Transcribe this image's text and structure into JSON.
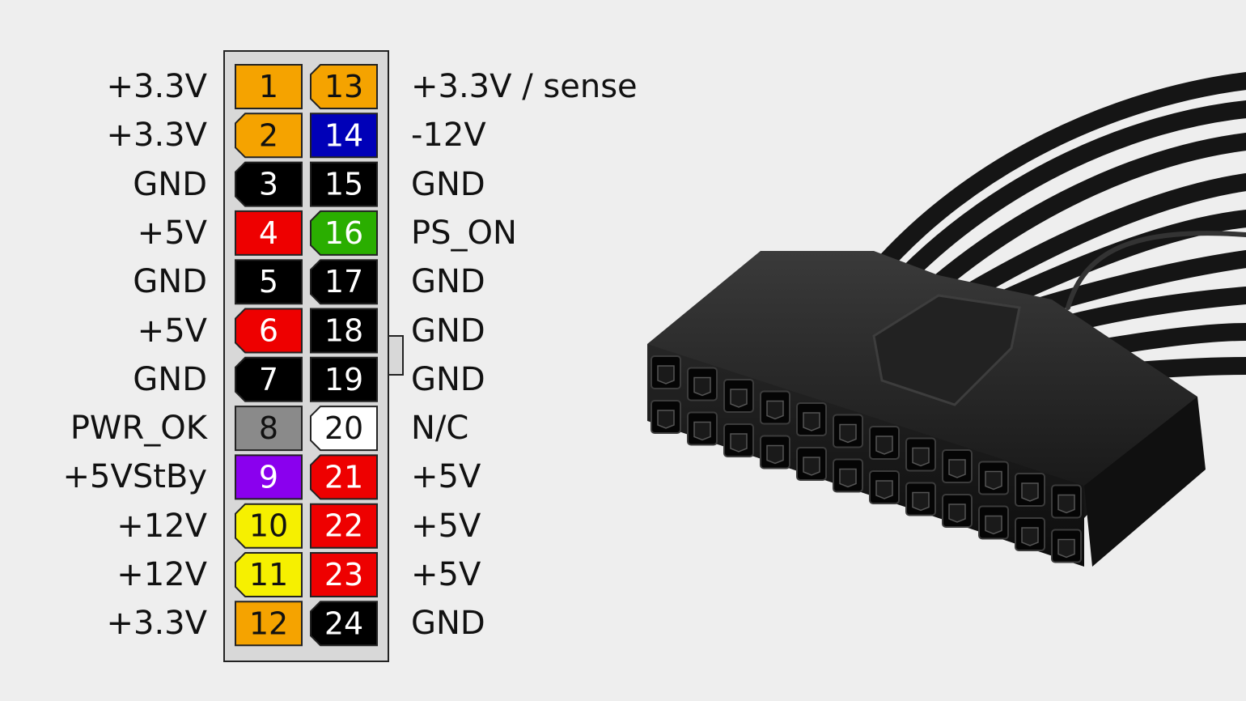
{
  "pinout": {
    "left_column": [
      {
        "pin": "1",
        "signal": "+3.3V",
        "color": "#f5a300",
        "text_color": "#111111",
        "shape": "square"
      },
      {
        "pin": "2",
        "signal": "+3.3V",
        "color": "#f5a300",
        "text_color": "#111111",
        "shape": "rounded"
      },
      {
        "pin": "3",
        "signal": "GND",
        "color": "#000000",
        "text_color": "#ffffff",
        "shape": "rounded"
      },
      {
        "pin": "4",
        "signal": "+5V",
        "color": "#ee0000",
        "text_color": "#ffffff",
        "shape": "square"
      },
      {
        "pin": "5",
        "signal": "GND",
        "color": "#000000",
        "text_color": "#ffffff",
        "shape": "square"
      },
      {
        "pin": "6",
        "signal": "+5V",
        "color": "#ee0000",
        "text_color": "#ffffff",
        "shape": "rounded"
      },
      {
        "pin": "7",
        "signal": "GND",
        "color": "#000000",
        "text_color": "#ffffff",
        "shape": "rounded"
      },
      {
        "pin": "8",
        "signal": "PWR_OK",
        "color": "#8a8a8a",
        "text_color": "#111111",
        "shape": "square"
      },
      {
        "pin": "9",
        "signal": "+5VStBy",
        "color": "#8a00ee",
        "text_color": "#ffffff",
        "shape": "square"
      },
      {
        "pin": "10",
        "signal": "+12V",
        "color": "#f6f000",
        "text_color": "#111111",
        "shape": "rounded"
      },
      {
        "pin": "11",
        "signal": "+12V",
        "color": "#f6f000",
        "text_color": "#111111",
        "shape": "rounded"
      },
      {
        "pin": "12",
        "signal": "+3.3V",
        "color": "#f5a300",
        "text_color": "#111111",
        "shape": "square"
      }
    ],
    "right_column": [
      {
        "pin": "13",
        "signal": "+3.3V / sense",
        "color": "#f5a300",
        "text_color": "#111111",
        "shape": "rounded"
      },
      {
        "pin": "14",
        "signal": "-12V",
        "color": "#0000b8",
        "text_color": "#ffffff",
        "shape": "square"
      },
      {
        "pin": "15",
        "signal": "GND",
        "color": "#000000",
        "text_color": "#ffffff",
        "shape": "square"
      },
      {
        "pin": "16",
        "signal": "PS_ON",
        "color": "#2aae00",
        "text_color": "#ffffff",
        "shape": "rounded"
      },
      {
        "pin": "17",
        "signal": "GND",
        "color": "#000000",
        "text_color": "#ffffff",
        "shape": "rounded"
      },
      {
        "pin": "18",
        "signal": "GND",
        "color": "#000000",
        "text_color": "#ffffff",
        "shape": "square"
      },
      {
        "pin": "19",
        "signal": "GND",
        "color": "#000000",
        "text_color": "#ffffff",
        "shape": "square"
      },
      {
        "pin": "20",
        "signal": "N/C",
        "color": "#ffffff",
        "text_color": "#111111",
        "shape": "rounded"
      },
      {
        "pin": "21",
        "signal": "+5V",
        "color": "#ee0000",
        "text_color": "#ffffff",
        "shape": "rounded"
      },
      {
        "pin": "22",
        "signal": "+5V",
        "color": "#ee0000",
        "text_color": "#ffffff",
        "shape": "square"
      },
      {
        "pin": "23",
        "signal": "+5V",
        "color": "#ee0000",
        "text_color": "#ffffff",
        "shape": "square"
      },
      {
        "pin": "24",
        "signal": "GND",
        "color": "#000000",
        "text_color": "#ffffff",
        "shape": "rounded"
      }
    ]
  },
  "colors": {
    "background": "#eeeeee",
    "connector_body": "#d8d8d8",
    "photo_plastic": "#1c1c1c",
    "photo_wire": "#151515"
  }
}
